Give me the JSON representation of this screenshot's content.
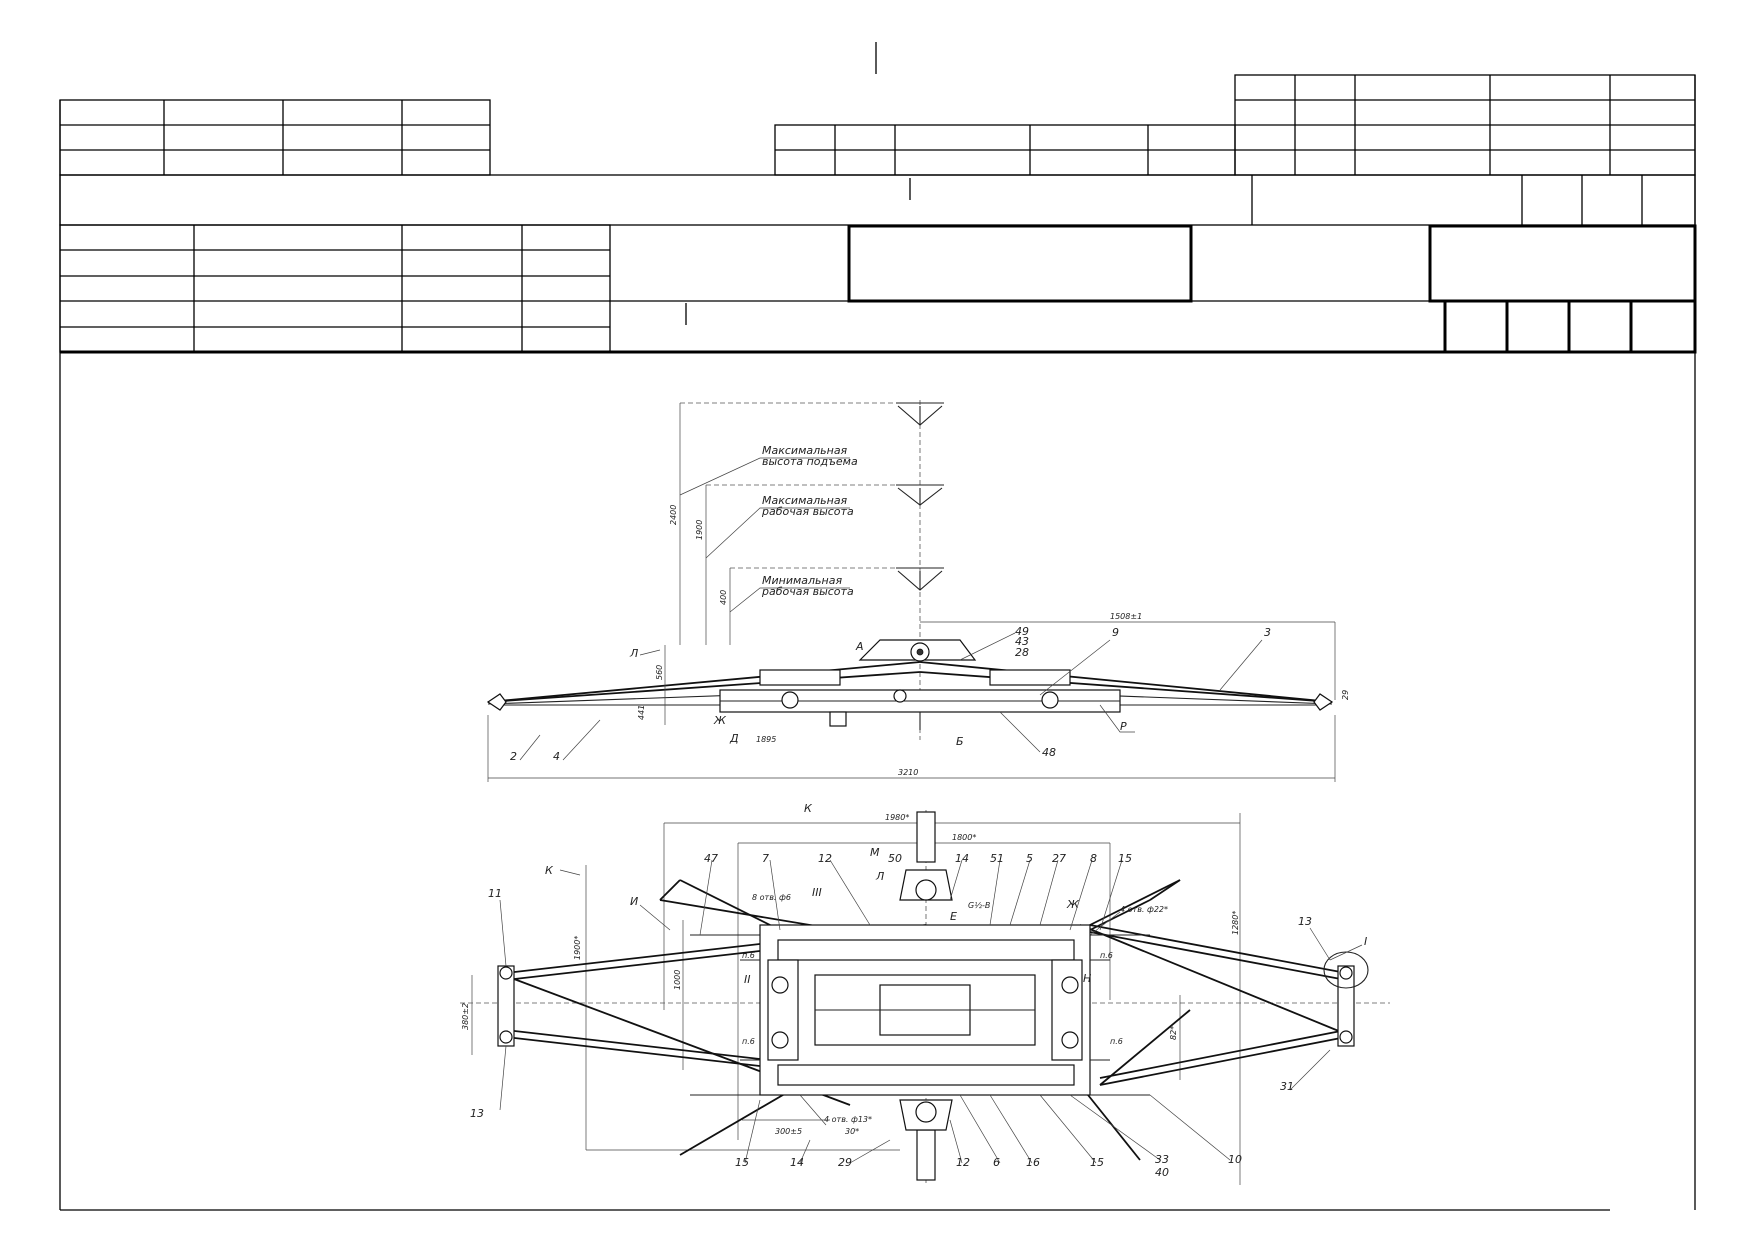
{
  "side_view": {
    "notes": [
      {
        "lines": [
          "Максимальная",
          "высота подъема"
        ]
      },
      {
        "lines": [
          "Максимальная",
          "рабочая высота"
        ]
      },
      {
        "lines": [
          "Минимальная",
          "рабочая высота"
        ]
      }
    ],
    "dimensions": [
      "2400",
      "1900",
      "400",
      "1508±1",
      "560",
      "3210",
      "1895",
      "441",
      "29"
    ],
    "labels": [
      "Л",
      "А",
      "Б",
      "Р",
      "Д",
      "Ж",
      "2",
      "4",
      "49",
      "43",
      "28",
      "9",
      "3",
      "48"
    ]
  },
  "plan_view": {
    "dimensions": [
      "1980*",
      "1800*",
      "1900*",
      "1280*",
      "380±2",
      "1000",
      "300±5",
      "30*",
      "82*"
    ],
    "notes": [
      "8 отв. ф6",
      "4 отв. ф22*",
      "G½-В",
      "4 отв. ф13*"
    ],
    "labels": [
      "К",
      "М",
      "Л",
      "Н",
      "И",
      "Е",
      "Ж",
      "III",
      "II",
      "I",
      "п.6",
      "п.6",
      "п.6",
      "п.6",
      "47",
      "7",
      "12",
      "50",
      "14",
      "51",
      "5",
      "27",
      "8",
      "15",
      "11",
      "13",
      "13",
      "31",
      "15",
      "14",
      "29",
      "12",
      "6",
      "16",
      "15",
      "33",
      "40",
      "10"
    ]
  }
}
